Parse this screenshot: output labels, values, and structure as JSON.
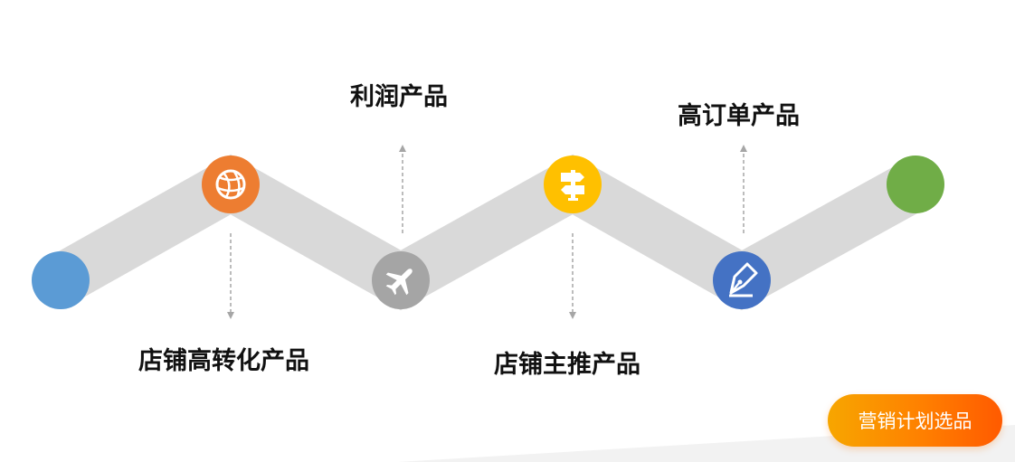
{
  "labels": {
    "store_high_conversion": "店铺高转化产品",
    "profit_products": "利润产品",
    "store_main_push": "店铺主推产品",
    "high_order_products": "高订单产品"
  },
  "button": {
    "label": "营销计划选品"
  },
  "icons": {
    "node1": "blank-circle",
    "node2": "basketball-icon",
    "node3": "airplane-icon",
    "node4": "signpost-icon",
    "node5": "pen-nib-icon",
    "node6": "blank-circle"
  },
  "colors": {
    "node1": "#5b9bd5",
    "node2": "#ed7d31",
    "node3": "#a5a5a5",
    "node4": "#ffc000",
    "node5": "#4472c4",
    "node6": "#70ad47",
    "track": "#d9d9d9",
    "button_start": "#f7a600",
    "button_end": "#ff5a00"
  }
}
